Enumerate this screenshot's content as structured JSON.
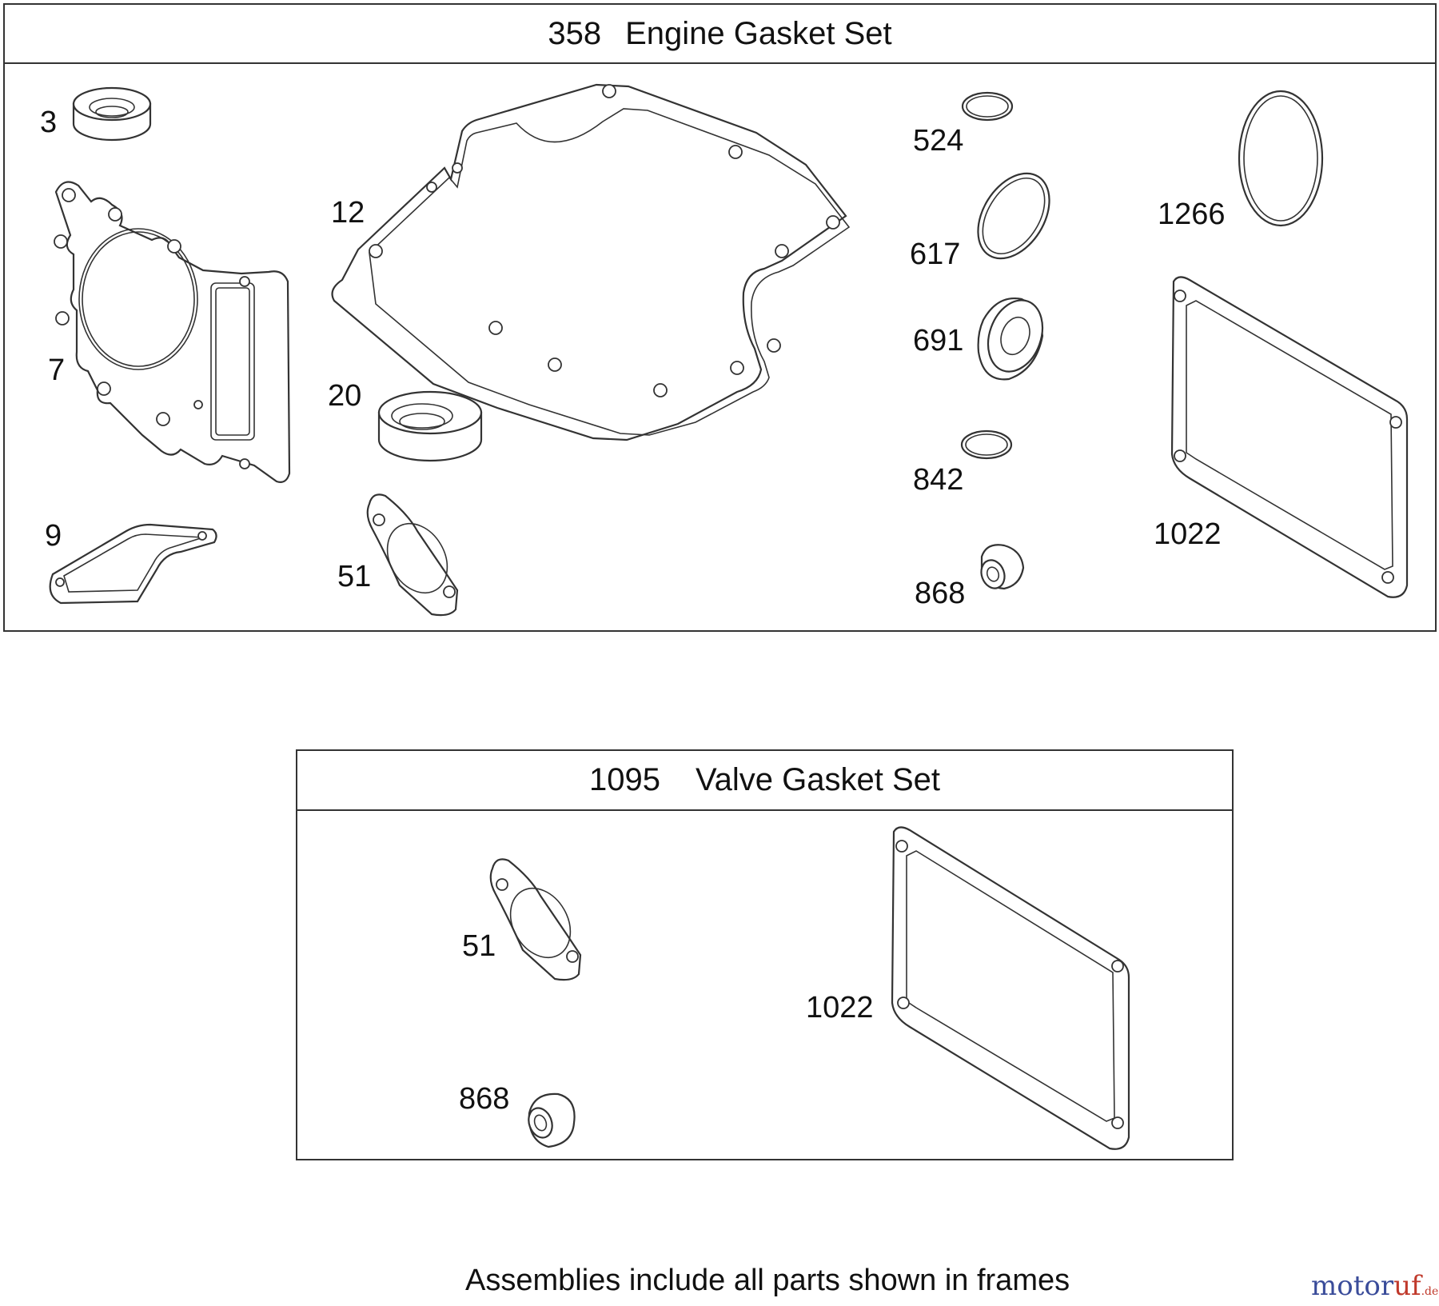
{
  "engine_set": {
    "number": "358",
    "title": "Engine Gasket Set"
  },
  "valve_set": {
    "number": "1095",
    "title": "Valve Gasket Set"
  },
  "engine_parts": [
    "3",
    "7",
    "9",
    "12",
    "20",
    "51",
    "524",
    "617",
    "691",
    "842",
    "868",
    "1266",
    "1022"
  ],
  "valve_parts": [
    "51",
    "868",
    "1022"
  ],
  "footer": "Assemblies include all parts shown in frames",
  "watermark": {
    "part1": "motor",
    "part2": "uf",
    "part3": ".de"
  }
}
